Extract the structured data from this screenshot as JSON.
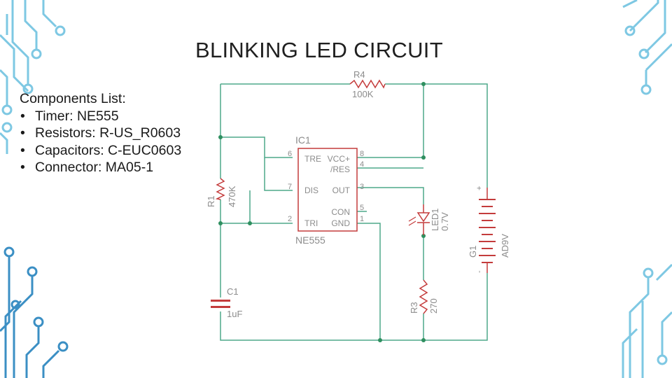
{
  "slide": {
    "title": "BLINKING LED CIRCUIT",
    "components_heading": "Components List:",
    "components": [
      {
        "bullet": "•",
        "text": "Timer: NE555"
      },
      {
        "bullet": "•",
        "text": "Resistors: R-US_R0603"
      },
      {
        "bullet": "•",
        "text": "Capacitors: C-EUC0603"
      },
      {
        "bullet": "•",
        "text": "Connector: MA05-1"
      }
    ]
  },
  "schematic": {
    "colors": {
      "wire": "#4ea88a",
      "part": "#c43c3c",
      "text": "#8c8c8c",
      "junction": "#2f8f5f"
    },
    "ic": {
      "name": "IC1",
      "part": "NE555",
      "left_pins": [
        {
          "num": "6",
          "label": "TRE"
        },
        {
          "num": "7",
          "label": "DIS"
        },
        {
          "num": "2",
          "label": "TRI"
        }
      ],
      "right_pins": [
        {
          "num": "8",
          "label": "VCC+"
        },
        {
          "num": "4",
          "label": "/RES"
        },
        {
          "num": "3",
          "label": "OUT"
        },
        {
          "num": "5",
          "label": "CON"
        },
        {
          "num": "1",
          "label": "GND"
        }
      ]
    },
    "r4": {
      "name": "R4",
      "value": "100K"
    },
    "r1": {
      "name": "R1",
      "value": "470K"
    },
    "r3": {
      "name": "R3",
      "value": "270"
    },
    "c1": {
      "name": "C1",
      "value": "1uF"
    },
    "led": {
      "name": "LED1",
      "value": "0.7V"
    },
    "battery": {
      "name": "G1",
      "value": "AD9V",
      "plus": "+",
      "minus": "-"
    }
  },
  "decoration": {
    "circuit_trace_color": "#7ec8e3",
    "trace_dark": "#3b8fc4"
  }
}
